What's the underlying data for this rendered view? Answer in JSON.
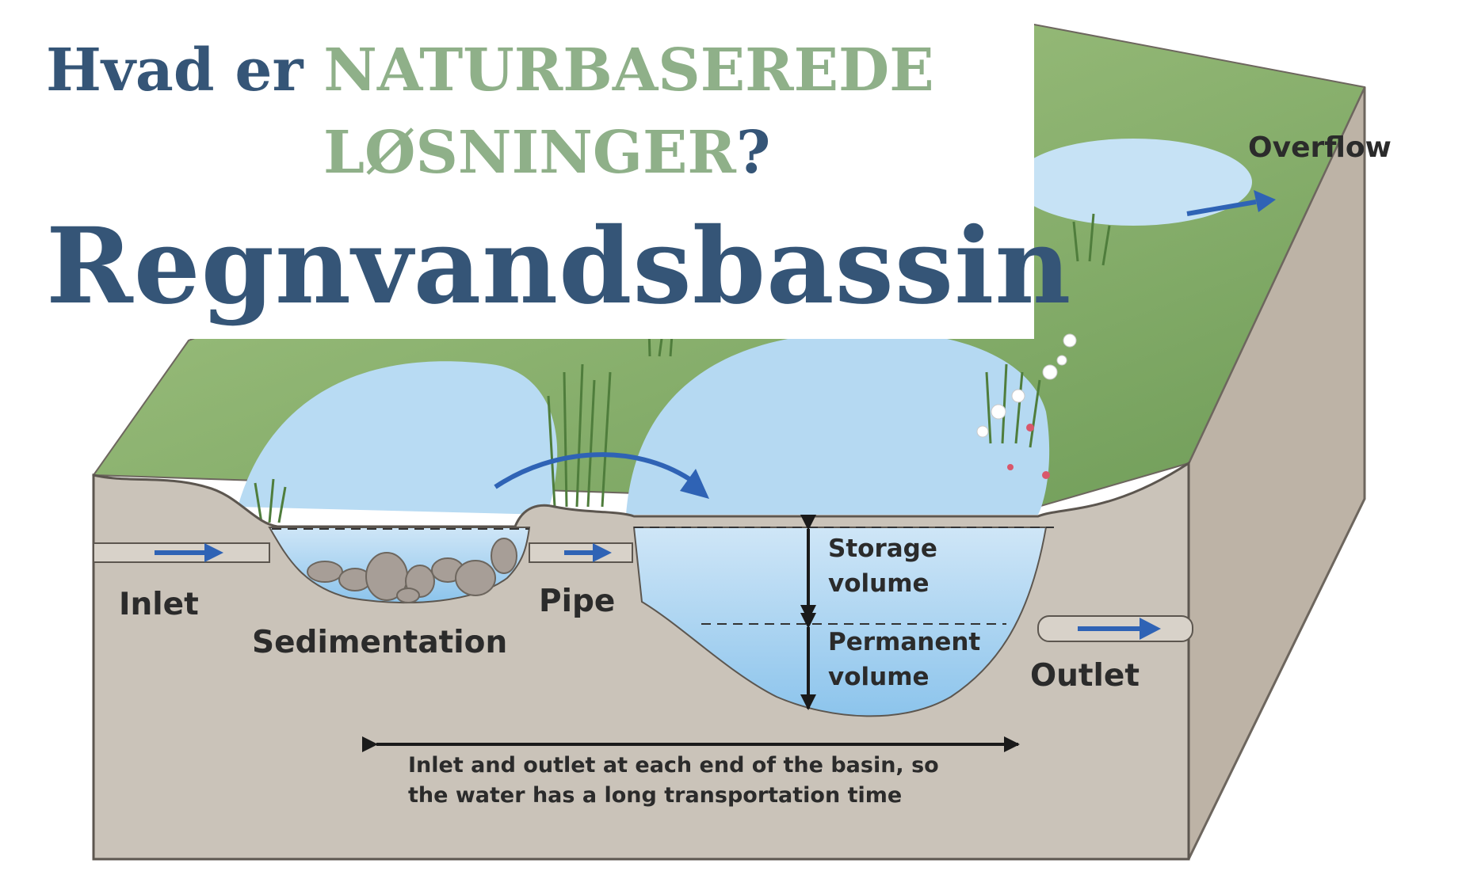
{
  "title": {
    "line1_prefix": "Hvad er ",
    "line1_highlight": "NATURBASEREDE",
    "line2_highlight": "LØSNINGER",
    "line2_suffix": "?",
    "main": "Regnvandsbassin"
  },
  "labels": {
    "overflow": "Overflow",
    "inlet": "Inlet",
    "sedimentation": "Sedimentation",
    "pipe": "Pipe",
    "storage_line1": "Storage",
    "storage_line2": "volume",
    "permanent_line1": "Permanent",
    "permanent_line2": "volume",
    "outlet": "Outlet",
    "note_line1": "Inlet and outlet at each end of the basin, so",
    "note_line2": "the water has a long transportation time"
  },
  "colors": {
    "title_blue": "#355577",
    "title_green": "#8fb089",
    "water": "#a9d3ef",
    "soil": "#c9c2b8",
    "arrow_blue": "#2f63b5"
  }
}
